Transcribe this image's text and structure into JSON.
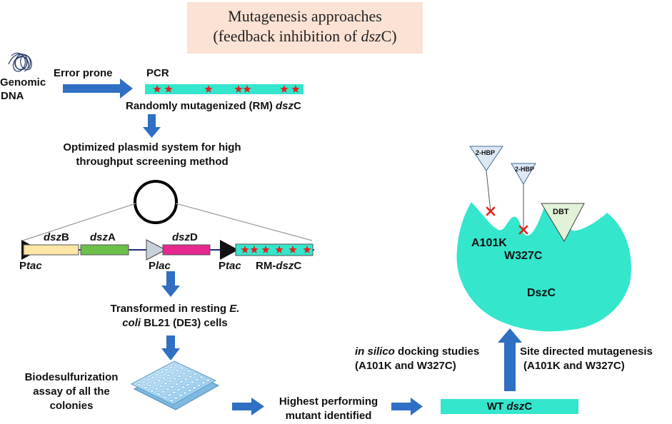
{
  "title": {
    "line1": "Mutagenesis approaches",
    "line2_pre": "(feedback inhibition of ",
    "line2_ital": "dsz",
    "line2_post": "C)"
  },
  "left": {
    "genomic_1": "Genomic",
    "genomic_2": "DNA",
    "error_prone": "Error prone",
    "pcr": "PCR",
    "rm_pre": "Randomly mutagenized (RM) ",
    "rm_ital": "dsz",
    "rm_post": "C",
    "optimized_1": "Optimized plasmid system for high",
    "optimized_2": "throughput screening method",
    "dszB_ital": "dsz",
    "dszB_post": "B",
    "dszA_ital": "dsz",
    "dszA_post": "A",
    "dszD_ital": "dsz",
    "dszD_post": "D",
    "ptac1_pre": "P",
    "ptac1_ital": "tac",
    "plac_pre": "P",
    "plac_ital": "lac",
    "ptac2_pre": "P",
    "ptac2_ital": "tac",
    "rm_dszc_pre": "RM-",
    "rm_dszc_ital": "dsz",
    "rm_dszc_post": "C",
    "transformed_1_pre": "Transformed in resting ",
    "transformed_1_ital": "E.",
    "transformed_2_ital": "coli",
    "transformed_2_post": " BL21 (DE3) cells",
    "bio_1": "Biodesulfurization",
    "bio_2": "assay of all the",
    "bio_3": "colonies",
    "highest_1": "Highest performing",
    "highest_2": "mutant identified",
    "wt_pre": "WT ",
    "wt_ital": "dsz",
    "wt_post": "C"
  },
  "right": {
    "insilico_ital": "in silico",
    "insilico_post": " docking studies",
    "insilico_2": "(A101K and W327C)",
    "site_1": "Site directed mutagenesis",
    "site_2": "(A101K and W327C)",
    "hbp1": "2-HBP",
    "hbp2": "2-HBP",
    "dbt": "DBT",
    "a101k": "A101K",
    "w327c": "W327C",
    "dszc_protein": "DszC"
  },
  "colors": {
    "teal": "#33e6cc",
    "arrow_blue": "#2f6fc4",
    "star_red": "#e0201e",
    "dszB_fill": "#fde6a6",
    "dszA_fill": "#6cc04a",
    "dszD_fill": "#e6278f",
    "title_bg": "#fbe2d4",
    "triangle_fill": "#dde8f4",
    "dbt_fill": "#e2f2d9"
  },
  "icons": [
    "dna-tangle-icon",
    "plasmid-circle-icon",
    "well-plate-icon",
    "promoter-triangle-icon",
    "mutation-star-icon",
    "cross-mark-icon"
  ]
}
